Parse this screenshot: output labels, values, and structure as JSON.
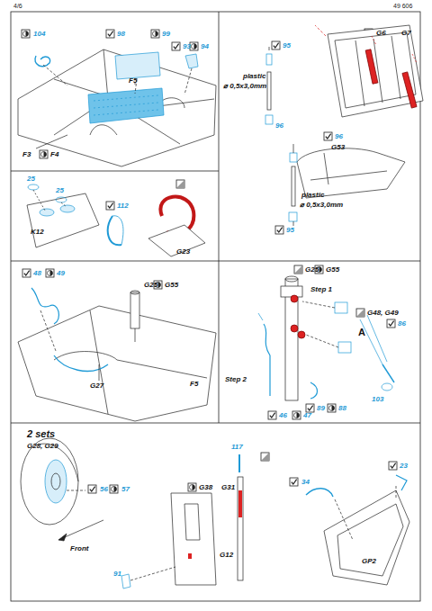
{
  "diagram": {
    "labels": [
      "4/6",
      "49 606",
      "104",
      "98",
      "99",
      "93",
      "94",
      "F5",
      "F3",
      "F4",
      "95",
      "plastic",
      "⌀ 0,5x3,0mm",
      "96",
      "96",
      "G6",
      "G7",
      "G53",
      "plastic",
      "⌀ 0,5x3,0mm",
      "95",
      "25",
      "25",
      "K12",
      "112",
      "G23",
      "48",
      "49",
      "G25",
      "G55",
      "G27",
      "F5",
      "G25",
      "G55",
      "Step 1",
      "G48, G49",
      "86",
      "A",
      "Step 2",
      "103",
      "89",
      "88",
      "46",
      "47",
      "2 sets",
      "G28, G29",
      "56",
      "57",
      "Front",
      "117",
      "G38",
      "G31",
      "34",
      "23",
      "91",
      "G12",
      "GP2"
    ]
  }
}
